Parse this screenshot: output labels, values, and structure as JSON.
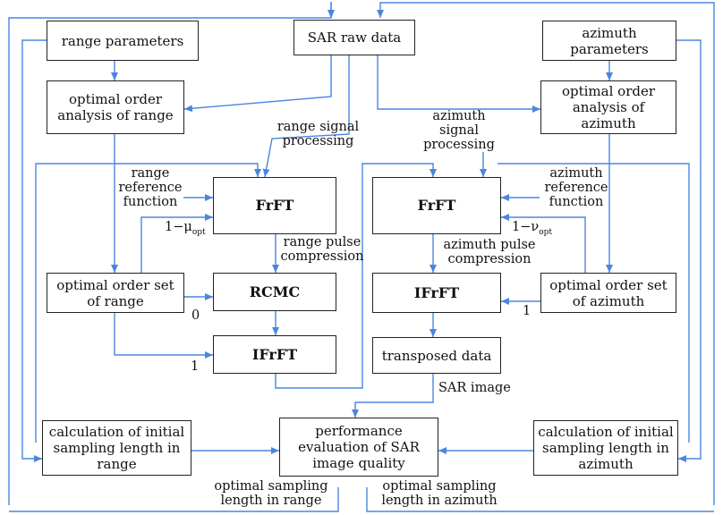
{
  "boxes": {
    "range_params": "range parameters",
    "sar_raw": "SAR raw data",
    "azimuth_params": "azimuth parameters",
    "opt_order_range": "optimal order analysis of range",
    "opt_order_azimuth": "optimal order analysis of azimuth",
    "frft_range": "FrFT",
    "frft_azimuth": "FrFT",
    "set_range": "optimal order set of range",
    "rcmc": "RCMC",
    "ifrft_azimuth": "IFrFT",
    "set_azimuth": "optimal order set of azimuth",
    "ifrft_range": "IFrFT",
    "transposed": "transposed data",
    "calc_range": "calculation of initial sampling length in range",
    "perf_eval": "performance evaluation of SAR image quality",
    "calc_azimuth": "calculation of initial sampling length in azimuth"
  },
  "labels": {
    "range_signal_processing": "range signal processing",
    "azimuth_signal_processing": "azimuth signal processing",
    "range_reference_function": "range reference function",
    "azimuth_reference_function": "azimuth reference function",
    "one_minus_mu": "1−μ",
    "mu_sub": "opt",
    "one_minus_nu": "1−ν",
    "nu_sub": "opt",
    "range_pulse_compression": "range pulse compression",
    "azimuth_pulse_compression": "azimuth pulse compression",
    "zero": "0",
    "one_range": "1",
    "one_azimuth": "1",
    "sar_image": "SAR image",
    "optimal_sampling_range": "optimal sampling length in range",
    "optimal_sampling_azimuth": "optimal sampling length in azimuth"
  },
  "colors": {
    "arrow": "#4a86e0",
    "border": "#222222"
  }
}
